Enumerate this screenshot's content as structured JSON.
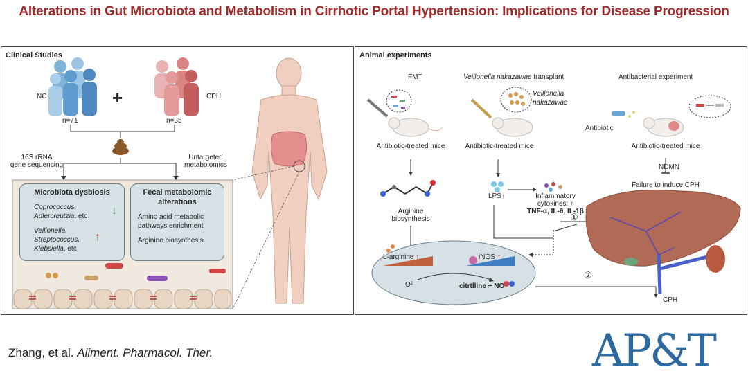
{
  "title": "Alterations in Gut Microbiota and Metabolism in Cirrhotic Portal Hypertension: Implications for Disease Progression",
  "clinical": {
    "title": "Clinical Studies",
    "nc_label": "NC",
    "cph_label": "CPH",
    "plus": "+",
    "nc_count": "n=71",
    "cph_count": "n=35",
    "seq_label_1": "16S rRNA",
    "seq_label_2": "gene sequencing",
    "meta_label_1": "Untargeted",
    "meta_label_2": "metabolomics",
    "dysbiosis": {
      "title": "Microbiota dysbiosis",
      "down_1": "Coprococcus,",
      "down_2": "Adlercreutzia",
      "down_2_suffix": ", etc",
      "up_1": "Veillonella,",
      "up_2": "Streptococcus,",
      "up_3": "Klebsiella",
      "up_3_suffix": ", etc"
    },
    "fecal": {
      "title_1": "Fecal metabolomic",
      "title_2": "alterations",
      "line_1": "Amino acid metabolic",
      "line_2": "pathways enrichment",
      "line_3": "Arginine biosynthesis"
    }
  },
  "animal": {
    "title": "Animal experiments",
    "fmt": "FMT",
    "veillonella_title_it": "Veillonella nakazawae",
    "veillonella_title_rest": " transplant",
    "veillonella_inset_1": "Veillonella",
    "veillonella_inset_2": "nakazawae",
    "antibacterial": "Antibacterial experiment",
    "antibiotic": "Antibiotic",
    "mice_1": "Antibiotic-treated mice",
    "mice_2": "Antibiotic-treated mice",
    "mice_3": "Antibiotic-treated mice",
    "arginine_1": "Arginine",
    "arginine_2": "biosynthesis",
    "lps": "LPS",
    "inflam_1": "Inflammatory",
    "inflam_2": "cytokines:",
    "inflam_3": "TNF-α, IL-6, IL-1β",
    "ndmn": "NDMN",
    "failure": "Failure to induce CPH",
    "l_arginine": "L-arginine",
    "inos": "iNOS",
    "o2": "O²",
    "citrulline": "citrtlline + NO",
    "step_1": "①",
    "step_2": "②",
    "cph": "CPH"
  },
  "citation": {
    "authors": "Zhang, et al. ",
    "journal": "Aliment. Pharmacol. Ther."
  },
  "logo": {
    "text": "AP&T"
  },
  "colors": {
    "title": "#a4292b",
    "up_arrow": "#b0302c",
    "down_arrow": "#3a9a4a",
    "nc_people": "#7fb3d9",
    "cph_people": "#d97a7a",
    "liver": "#b06a55",
    "box_fill": "#d6e1e6",
    "logo": "#2e6aa0"
  }
}
